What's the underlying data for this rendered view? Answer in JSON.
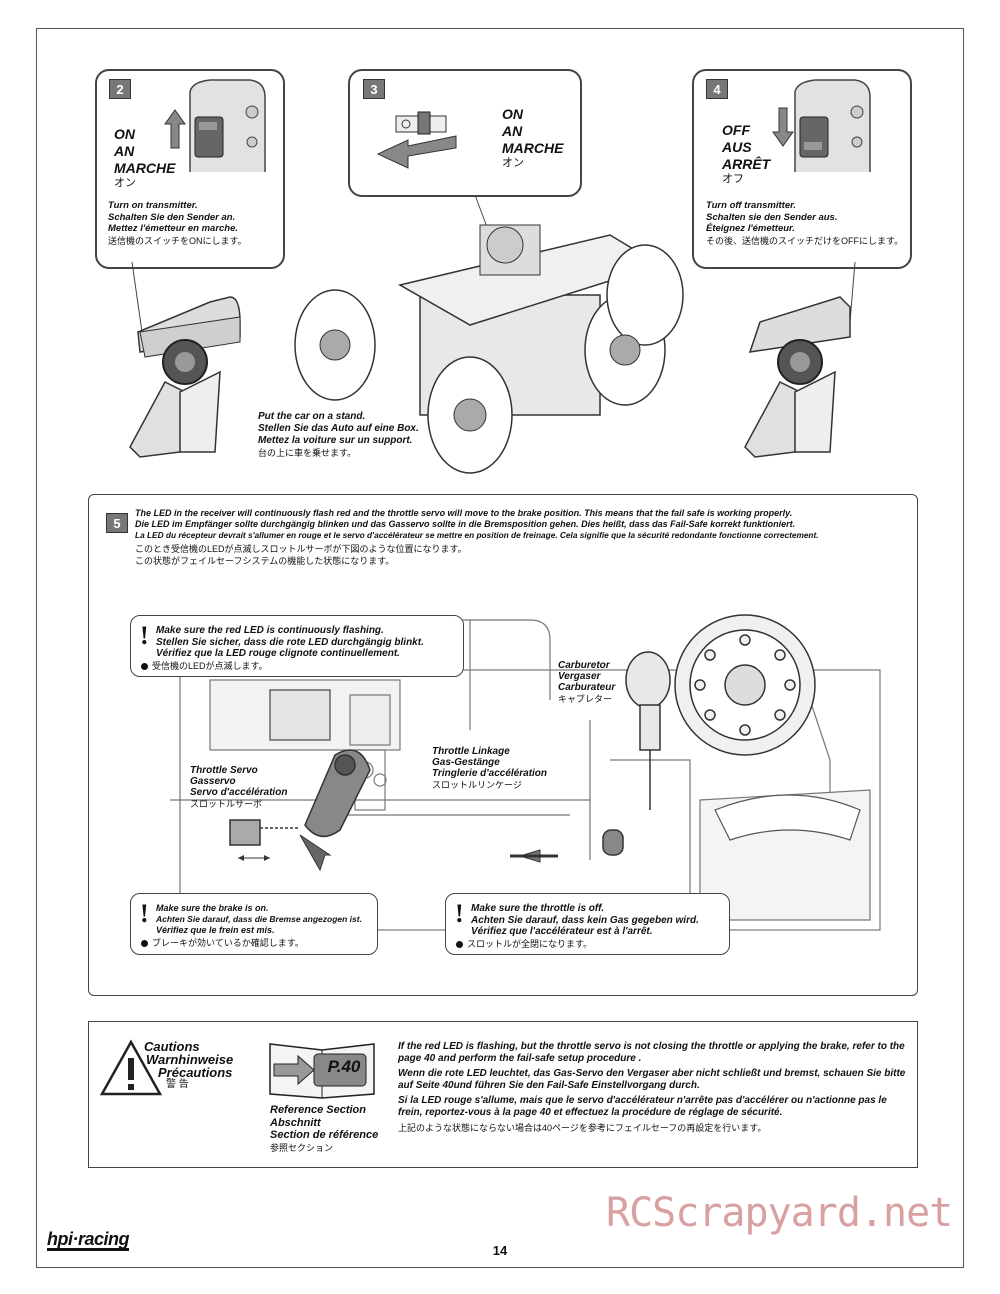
{
  "step2": {
    "number": "2",
    "action": [
      "ON",
      "AN",
      "MARCHE"
    ],
    "action_jp": "オン",
    "caption": [
      "Turn on transmitter.",
      "Schalten Sie den Sender an.",
      "Mettez l'émetteur en marche."
    ],
    "caption_jp": "送信機のスイッチをONにします。"
  },
  "step3": {
    "number": "3",
    "action": [
      "ON",
      "AN",
      "MARCHE"
    ],
    "action_jp": "オン",
    "stand_caption": [
      "Put the car on a stand.",
      "Stellen Sie das Auto auf eine Box.",
      "Mettez la voiture sur un support."
    ],
    "stand_caption_jp": "台の上に車を乗せます。"
  },
  "step4": {
    "number": "4",
    "action": [
      "OFF",
      "AUS",
      "ARRÊT"
    ],
    "action_jp": "オフ",
    "caption": [
      "Turn off transmitter.",
      "Schalten sie den Sender aus.",
      "Éteignez l'émetteur."
    ],
    "caption_jp": "その後、送信機のスイッチだけをOFFにします。"
  },
  "step5": {
    "number": "5",
    "text": [
      "The LED in the receiver will continuously flash red and the throttle servo will move to the brake position. This means that the fail safe is working properly.",
      "Die LED im Empfänger sollte durchgängig blinken und das Gasservo sollte in die Bremsposition gehen. Dies heißt, dass das Fail-Safe korrekt funktioniert.",
      "La LED du récepteur devrait s'allumer en rouge et le servo d'accélérateur se mettre en position de freinage. Cela signifie que la sécurité redondante fonctionne correctement."
    ],
    "text_jp": [
      "このとき受信機のLEDが点滅しスロットルサーボが下図のような位置になります。",
      "この状態がフェイルセーフシステムの機能した状態になります。"
    ],
    "led_warning": [
      "Make sure the red LED is continuously flashing.",
      "Stellen Sie sicher, dass die rote LED durchgängig blinkt.",
      "Vérifiez que la LED rouge clignote continuellement."
    ],
    "led_warning_jp": "受信機のLEDが点滅します。",
    "carburetor": [
      "Carburetor",
      "Vergaser",
      "Carburateur"
    ],
    "carburetor_jp": "キャブレター",
    "linkage": [
      "Throttle Linkage",
      "Gas-Gestänge",
      "Tringlerie d'accélération"
    ],
    "linkage_jp": "スロットルリンケージ",
    "servo": [
      "Throttle Servo",
      "Gasservo",
      "Servo d'accélération"
    ],
    "servo_jp": "スロットルサーボ",
    "brake_warning": [
      "Make sure the brake is on.",
      "Achten Sie darauf, dass die Bremse angezogen ist.",
      "Vérifiez que le frein est mis."
    ],
    "brake_warning_jp": "ブレーキが効いているか確認します。",
    "throttle_warning": [
      "Make sure the throttle is off.",
      "Achten Sie darauf, dass kein Gas gegeben wird.",
      "Vérifiez que l'accélérateur est à l'arrêt."
    ],
    "throttle_warning_jp": "スロットルが全閉になります。"
  },
  "cautions": {
    "title": [
      "Cautions",
      "Warnhinweise",
      "Précautions"
    ],
    "title_jp": "警 告",
    "ref_page": "P.40",
    "ref_title": [
      "Reference Section",
      "Abschnitt",
      "Section de référence"
    ],
    "ref_title_jp": "参照セクション",
    "text_en": "If the red LED is flashing, but the throttle servo is not closing the throttle or applying the brake, refer to the page 40 and perform the fail-safe setup procedure .",
    "text_de": "Wenn die rote LED leuchtet, das Gas-Servo den Vergaser aber nicht schließt und bremst, schauen Sie bitte auf Seite 40und führen Sie den Fail-Safe Einstellvorgang durch.",
    "text_fr": "Si la LED rouge s'allume, mais que le servo d'accélérateur n'arrête pas d'accélérer ou n'actionne pas le frein, reportez-vous à la page 40 et effectuez la procédure de réglage de sécurité.",
    "text_jp": "上記のような状態にならない場合は40ページを参考にフェイルセーフの再設定を行います。"
  },
  "footer": {
    "logo": "hpi·racing",
    "page_number": "14",
    "watermark": "RCScrapyard.net"
  }
}
